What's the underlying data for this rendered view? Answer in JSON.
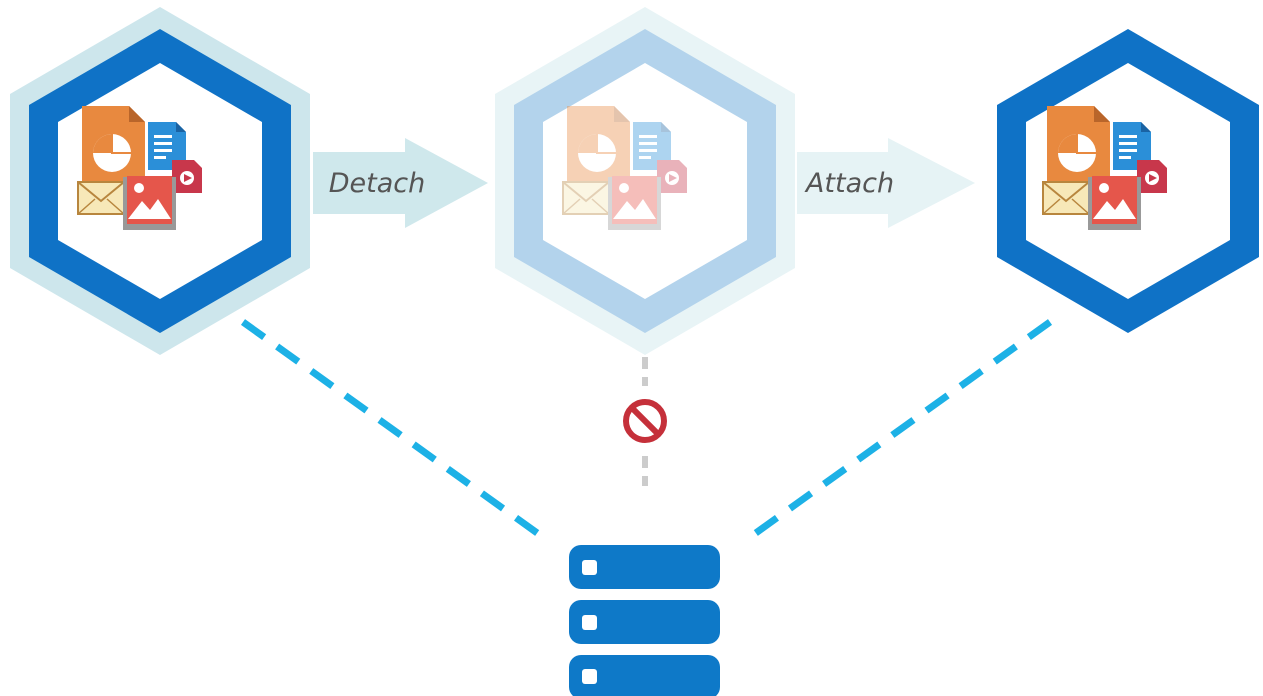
{
  "labels": {
    "detach": "Detach",
    "attach": "Attach"
  },
  "nodes": [
    {
      "id": "source-container",
      "state": "attached",
      "icon": "documents-bundle-icon"
    },
    {
      "id": "transit-container",
      "state": "detached",
      "icon": "documents-bundle-icon"
    },
    {
      "id": "target-container",
      "state": "attached",
      "icon": "documents-bundle-icon"
    }
  ],
  "storage": {
    "icon": "server-stack-icon",
    "units": 3
  },
  "connections": [
    {
      "from": "source-container",
      "to": "storage",
      "status": "connected"
    },
    {
      "from": "transit-container",
      "to": "storage",
      "status": "blocked",
      "icon": "no-entry-icon"
    },
    {
      "from": "target-container",
      "to": "storage",
      "status": "connected"
    }
  ],
  "colors": {
    "hex_dark": "#0f72c6",
    "hex_halo": "#cde6ec",
    "hex_faded": "#b3d3ec",
    "hex_faded_halo": "#e8f4f6",
    "arrow": "#cfe8ec",
    "arrow_faded": "#e6f3f5",
    "dash_active": "#1db1e6",
    "dash_inactive": "#cccccc",
    "blocked": "#c5303a",
    "server": "#0e79c8"
  }
}
